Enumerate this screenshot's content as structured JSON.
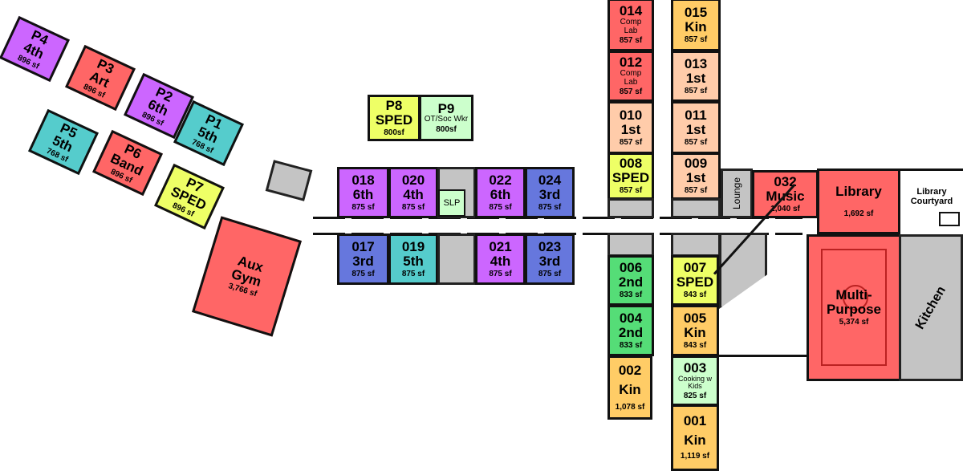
{
  "colors": {
    "purple": "#cc66ff",
    "red": "#ff6666",
    "teal": "#55cccc",
    "yellow": "#eeff66",
    "blue": "#6677dd",
    "peach": "#ffccaa",
    "kin": "#ffcc66",
    "green": "#55dd77",
    "light_green": "#ccffcc",
    "service": "#c4c4c4"
  },
  "portables": {
    "p4": {
      "num": "P4",
      "use": "4th",
      "sf": "896 sf"
    },
    "p3": {
      "num": "P3",
      "use": "Art",
      "sf": "896 sf"
    },
    "p2": {
      "num": "P2",
      "use": "6th",
      "sf": "896 sf"
    },
    "p1": {
      "num": "P1",
      "use": "5th",
      "sf": "768 sf"
    },
    "p5": {
      "num": "P5",
      "use": "5th",
      "sf": "768 sf"
    },
    "p6": {
      "num": "P6",
      "use": "Band",
      "sf": "896 sf"
    },
    "p7": {
      "num": "P7",
      "use": "SPED",
      "sf": "896 sf"
    },
    "p8": {
      "num": "P8",
      "use": "SPED",
      "sf": "800sf"
    },
    "p9": {
      "num": "P9",
      "use": "OT/Soc Wkr",
      "sf": "800sf"
    }
  },
  "rooms": {
    "r018": {
      "num": "018",
      "use": "6th",
      "sf": "875 sf"
    },
    "r020": {
      "num": "020",
      "use": "4th",
      "sf": "875 sf"
    },
    "slp": {
      "use": "SLP"
    },
    "r022": {
      "num": "022",
      "use": "6th",
      "sf": "875 sf"
    },
    "r024": {
      "num": "024",
      "use": "3rd",
      "sf": "875 sf"
    },
    "r017": {
      "num": "017",
      "use": "3rd",
      "sf": "875 sf"
    },
    "r019": {
      "num": "019",
      "use": "5th",
      "sf": "875 sf"
    },
    "r021": {
      "num": "021",
      "use": "4th",
      "sf": "875 sf"
    },
    "r023": {
      "num": "023",
      "use": "3rd",
      "sf": "875 sf"
    },
    "gym": {
      "num": "Aux",
      "use": "Gym",
      "sf": "3,766 sf"
    },
    "r014": {
      "num": "014",
      "use": "Comp Lab",
      "sf": "857 sf"
    },
    "r015": {
      "num": "015",
      "use": "Kin",
      "sf": "857 sf"
    },
    "r012": {
      "num": "012",
      "use": "Comp Lab",
      "sf": "857 sf"
    },
    "r013": {
      "num": "013",
      "use": "1st",
      "sf": "857 sf"
    },
    "r010": {
      "num": "010",
      "use": "1st",
      "sf": "857 sf"
    },
    "r011": {
      "num": "011",
      "use": "1st",
      "sf": "857 sf"
    },
    "r008": {
      "num": "008",
      "use": "SPED",
      "sf": "857 sf"
    },
    "r009": {
      "num": "009",
      "use": "1st",
      "sf": "857 sf"
    },
    "lounge": {
      "use": "Lounge"
    },
    "r032": {
      "num": "032",
      "use": "Music",
      "sf": "1,040 sf"
    },
    "library": {
      "use": "Library",
      "sf": "1,692 sf"
    },
    "courtyard": {
      "use": "Library Courtyard"
    },
    "r006": {
      "num": "006",
      "use": "2nd",
      "sf": "833 sf"
    },
    "r007": {
      "num": "007",
      "use": "SPED",
      "sf": "843 sf"
    },
    "r004": {
      "num": "004",
      "use": "2nd",
      "sf": "833 sf"
    },
    "r005": {
      "num": "005",
      "use": "Kin",
      "sf": "843 sf"
    },
    "r002": {
      "num": "002",
      "use": "Kin",
      "sf": "1,078 sf"
    },
    "r003": {
      "num": "003",
      "use": "Cooking w Kids",
      "sf": "825 sf"
    },
    "r001": {
      "num": "001",
      "use": "Kin",
      "sf": "1,119 sf"
    },
    "mp": {
      "use": "Multi-Purpose",
      "sf": "5,374 sf"
    },
    "kitchen": {
      "use": "Kitchen"
    }
  }
}
